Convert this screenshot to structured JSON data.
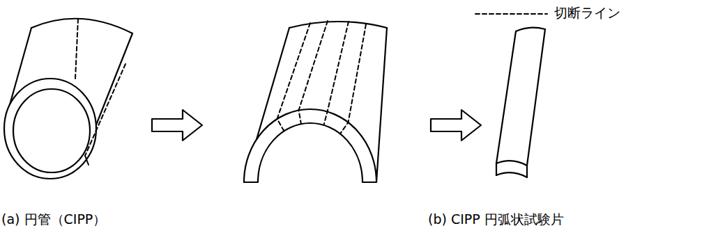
{
  "diagram": {
    "labels": [
      "(a) 円管（CIPP）",
      "(b) CIPP 円弧状試験片"
    ],
    "legend": [
      {
        "text": "切断ライン"
      }
    ]
  }
}
